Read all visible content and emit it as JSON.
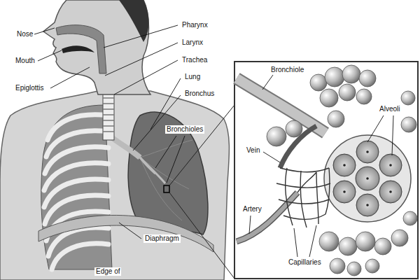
{
  "diagram": {
    "labels": [
      "Nose",
      "Mouth",
      "Epiglottis",
      "Pharynx",
      "Larynx",
      "Trachea",
      "Lung",
      "Bronchus",
      "Bronchioles",
      "Diaphragm",
      "Edge of",
      "Bronchiole",
      "Alveoli",
      "Vein",
      "Artery",
      "Capillaries"
    ]
  }
}
